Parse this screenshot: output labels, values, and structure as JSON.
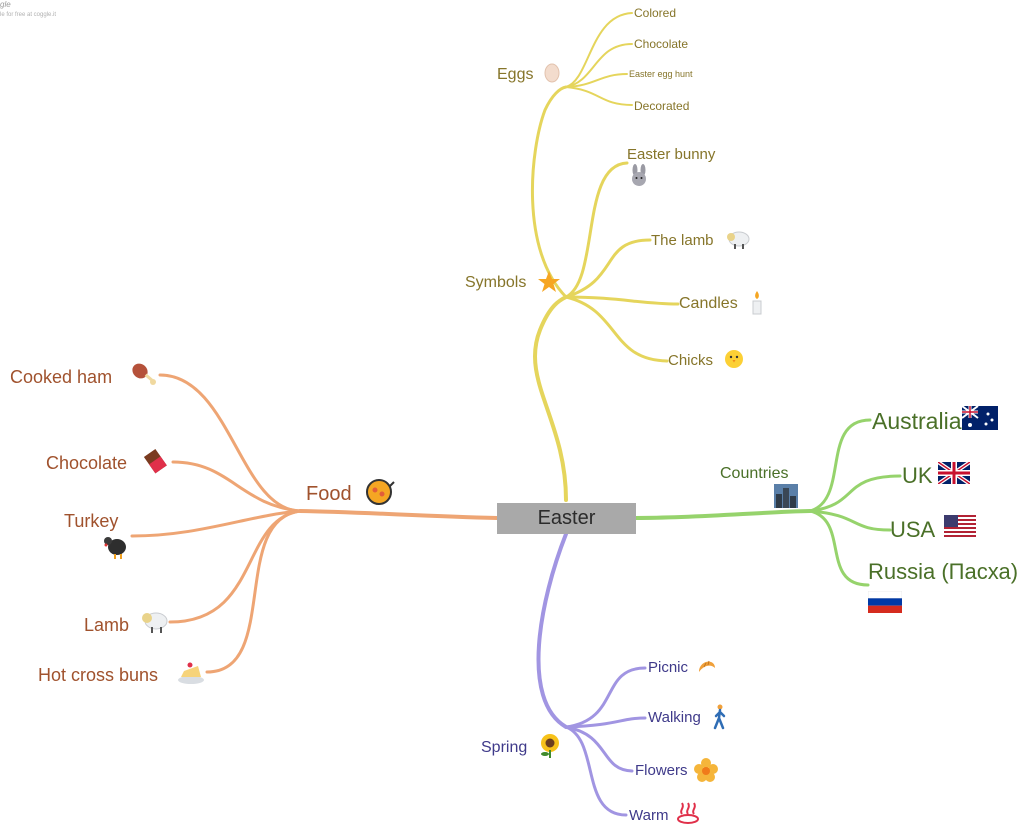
{
  "watermark": {
    "line1": "gle",
    "line2": "le for free at coggle.it"
  },
  "central": {
    "label": "Easter"
  },
  "branches": {
    "symbols": {
      "label": "Symbols",
      "icon": "star-icon",
      "color": "#e5d55c",
      "eggs": {
        "label": "Eggs",
        "icon": "egg-icon",
        "items": [
          "Colored",
          "Chocolate",
          "Easter egg hunt",
          "Decorated"
        ]
      },
      "items": [
        {
          "label": "Easter bunny",
          "icon": "rabbit-icon"
        },
        {
          "label": "The lamb",
          "icon": "sheep-icon"
        },
        {
          "label": "Candles",
          "icon": "candle-icon"
        },
        {
          "label": "Chicks",
          "icon": "chick-icon"
        }
      ]
    },
    "food": {
      "label": "Food",
      "icon": "paella-icon",
      "color": "#eea574",
      "items": [
        {
          "label": "Cooked ham",
          "icon": "meat-on-bone-icon"
        },
        {
          "label": "Chocolate",
          "icon": "chocolate-bar-icon"
        },
        {
          "label": "Turkey",
          "icon": "turkey-icon"
        },
        {
          "label": "Lamb",
          "icon": "sheep-icon"
        },
        {
          "label": "Hot cross buns",
          "icon": "cake-icon"
        }
      ]
    },
    "countries": {
      "label": "Countries",
      "icon": "cityscape-icon",
      "color": "#96d36c",
      "items": [
        {
          "label": "Australia",
          "icon": "flag-australia-icon"
        },
        {
          "label": "UK",
          "icon": "flag-uk-icon"
        },
        {
          "label": "USA",
          "icon": "flag-usa-icon"
        },
        {
          "label": "Russia (Пасха)",
          "icon": "flag-russia-icon"
        }
      ]
    },
    "spring": {
      "label": "Spring",
      "icon": "sunflower-icon",
      "color": "#a195e2",
      "items": [
        {
          "label": "Picnic",
          "icon": "croissant-icon"
        },
        {
          "label": "Walking",
          "icon": "walking-person-icon"
        },
        {
          "label": "Flowers",
          "icon": "blossom-icon"
        },
        {
          "label": "Warm",
          "icon": "hot-springs-icon"
        }
      ]
    }
  }
}
